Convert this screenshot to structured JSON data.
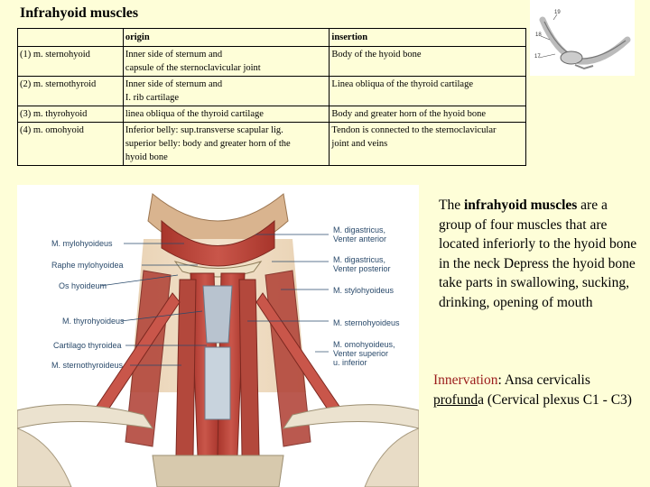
{
  "title": "Infrahyoid muscles",
  "table": {
    "headers": [
      "",
      "origin",
      "insertion"
    ],
    "rows": [
      {
        "muscle": "(1) m. sternohyoid",
        "origin": [
          "Inner side of sternum and",
          "capsule of the sternoclavicular joint"
        ],
        "insertion": [
          "Body of the hyoid bone"
        ]
      },
      {
        "muscle": "(2) m. sternothyroid",
        "origin": [
          "Inner side of sternum and",
          "I. rib cartilage"
        ],
        "insertion": [
          "Linea obliqua of the thyroid cartilage"
        ]
      },
      {
        "muscle": "(3) m. thyrohyoid",
        "origin": [
          "linea obliqua of the thyroid cartilage"
        ],
        "insertion": [
          "Body and greater horn of the hyoid bone"
        ]
      },
      {
        "muscle": "(4) m. omohyoid",
        "origin": [
          "Inferior belly: sup.transverse scapular lig.",
          "superior belly:  body and greater horn of the",
          "hyoid bone"
        ],
        "insertion": [
          "Tendon is connected to the sternoclavicular",
          "joint and veins"
        ]
      }
    ]
  },
  "corner_figure": {
    "labels": [
      "19",
      "18",
      "17"
    ]
  },
  "anatomy": {
    "left_labels": [
      "M. mylohyoideus",
      "Raphe mylohyoidea",
      "Os hyoideum",
      "M. thyrohyoideus",
      "Cartilago thyroidea",
      "M. sternothyroideus"
    ],
    "right_labels": [
      "M. digastricus,\nVenter anterior",
      "M. digastricus,\nVenter posterior",
      "M. stylohyoideus",
      "M. sternohyoideus",
      "M. omohyoideus,\nVenter superior\nu. inferior"
    ]
  },
  "description": {
    "lead": "The ",
    "bold": "infrahyoid muscles",
    "rest": " are a group of four muscles that are located inferiorly to the hyoid bone in the neck Depress the hyoid bone take parts in swallowing, sucking, drinking, opening of mouth"
  },
  "innervation": {
    "term": "Innervation",
    "colon": ": Ansa cervicalis ",
    "underlined": "profund",
    "rest": "a (Cervical plexus C1 - C3)"
  },
  "colors": {
    "background": "#fefed8",
    "innervation_term": "#9b1c1c",
    "label_text": "#2a4a6b"
  }
}
